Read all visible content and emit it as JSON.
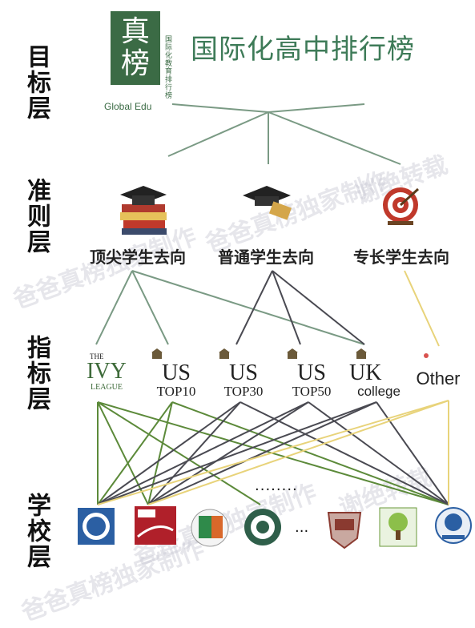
{
  "layers": [
    "目标层",
    "准则层",
    "指标层",
    "学校层"
  ],
  "logo": {
    "char": "真榜",
    "side_text": "国际化教育排行榜",
    "en": "Global Edu"
  },
  "title": "国际化高中排行榜",
  "criteria": [
    "顶尖学生去向",
    "普通学生去向",
    "专长学生去向"
  ],
  "indicators": {
    "ivy": {
      "top": "THE",
      "big": "IVY",
      "bottom": "LEAGUE"
    },
    "us10": {
      "big": "US",
      "small": "TOP10"
    },
    "us30": {
      "big": "US",
      "small": "TOP30"
    },
    "us50": {
      "big": "US",
      "small": "TOP50"
    },
    "uk": {
      "big": "UK",
      "small": "college"
    },
    "other": {
      "label": "Other"
    }
  },
  "schools_ellipsis_top": "........",
  "schools_ellipsis_mid": "...",
  "watermarks": [
    "爸爸真榜独家制作",
    "谢绝转载"
  ],
  "colors": {
    "accent_green": "#3e7b58",
    "line_gray_green": "#7a9a84",
    "line_dark": "#4a4a52",
    "line_yellow": "#e8d37a",
    "line_green": "#5c8a3a"
  }
}
